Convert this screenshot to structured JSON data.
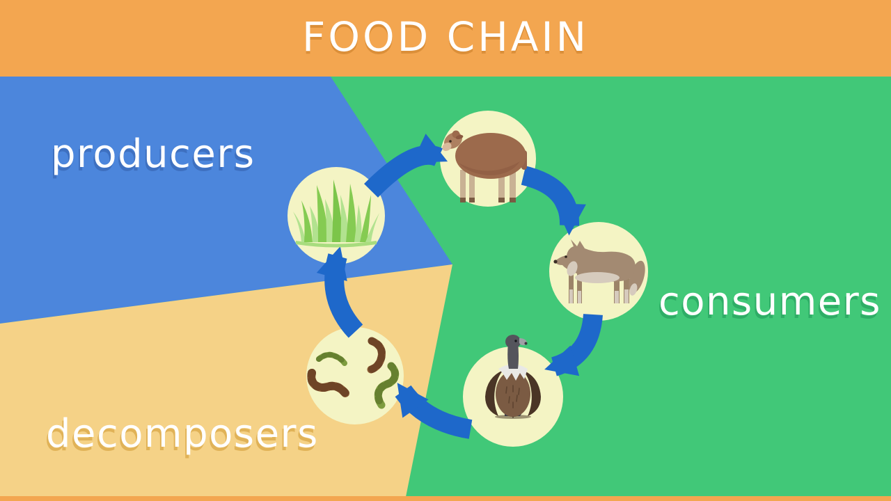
{
  "title": "FOOD CHAIN",
  "regions": {
    "producers": {
      "label": "producers"
    },
    "consumers": {
      "label": "consumers"
    },
    "decomposers": {
      "label": "decomposers"
    }
  },
  "colors": {
    "header_bar": "#F3A650",
    "footer_bar": "#F3A650",
    "producers_region": "#4C86DC",
    "consumers_region": "#41C878",
    "decomposers_region": "#F5D287",
    "node_circle": "#F4F4C4",
    "arrow": "#1E68CA"
  },
  "chain": {
    "type": "cycle",
    "nodes": [
      {
        "id": "grass",
        "role": "producer"
      },
      {
        "id": "sheep",
        "role": "consumer"
      },
      {
        "id": "wolf",
        "role": "consumer"
      },
      {
        "id": "vulture",
        "role": "consumer"
      },
      {
        "id": "worms",
        "role": "decomposer"
      }
    ],
    "edges": [
      {
        "from": "grass",
        "to": "sheep"
      },
      {
        "from": "sheep",
        "to": "wolf"
      },
      {
        "from": "wolf",
        "to": "vulture"
      },
      {
        "from": "vulture",
        "to": "worms"
      },
      {
        "from": "worms",
        "to": "grass"
      }
    ]
  }
}
